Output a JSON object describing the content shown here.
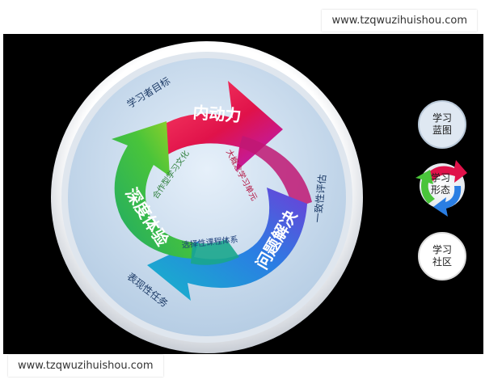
{
  "watermarks": {
    "top": "www.tzqwuzihuishou.com",
    "bottom": "www.tzqwuzihuishou.com"
  },
  "cycle": {
    "arrows": {
      "top": "内动力",
      "right": "问题解决",
      "left": "深度体验"
    },
    "inner": {
      "top_left": "合作型学习文化",
      "top_right": "大概念学习单元",
      "bottom": "选择性课程体系"
    },
    "outer": {
      "top_left": "学习者目标",
      "right": "一致性评估",
      "bottom_left": "表现性任务"
    }
  },
  "side_nav": [
    {
      "line1": "学习",
      "line2": "蓝图"
    },
    {
      "line1": "学习",
      "line2": "形态"
    },
    {
      "line1": "学习",
      "line2": "社区"
    }
  ],
  "colors": {
    "background": "#000000",
    "ring": "#f2f4f7",
    "disc": "#c9dcee",
    "arrow_red": "#e8174d",
    "arrow_blue": "#1e6fd6",
    "arrow_green": "#35b84c"
  }
}
